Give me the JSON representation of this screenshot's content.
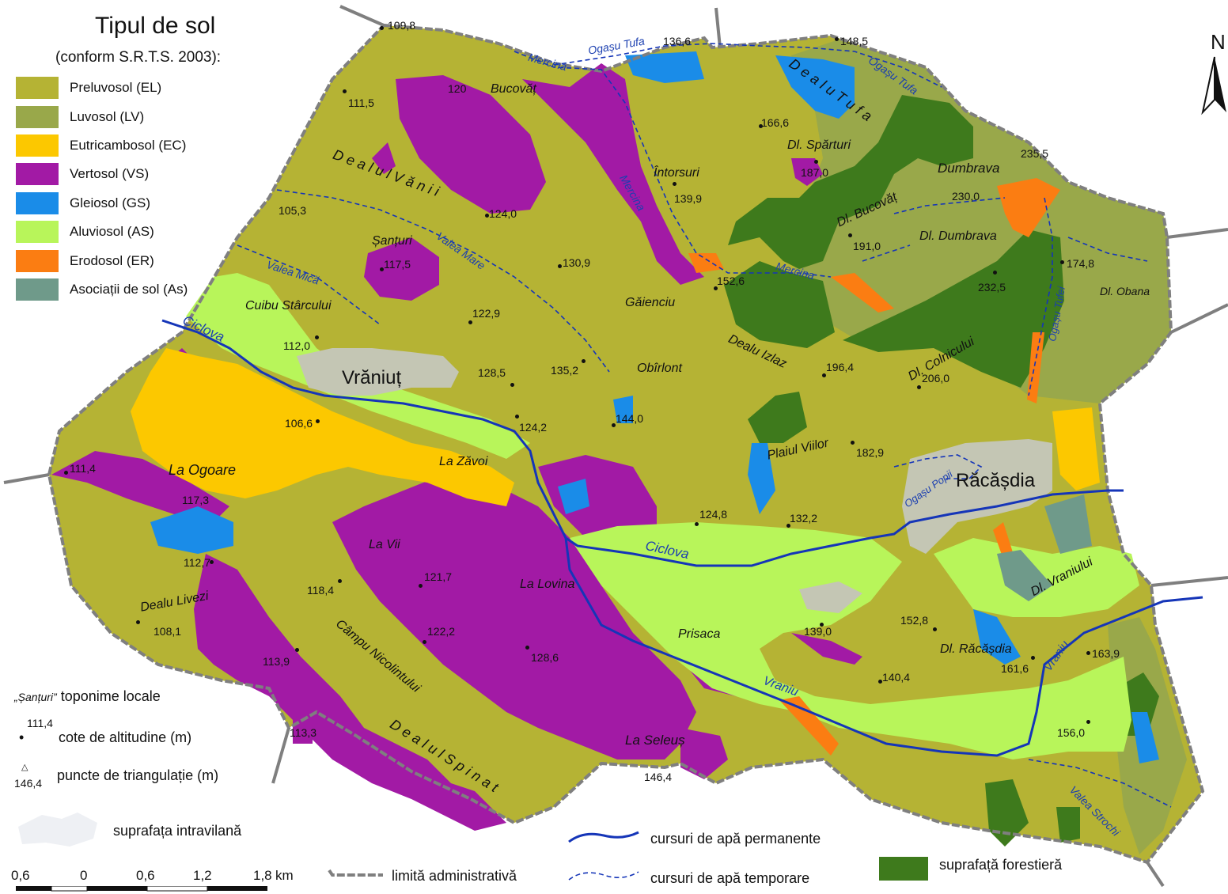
{
  "legend": {
    "title": "Tipul de sol",
    "subtitle": "(conform S.R.T.S. 2003):",
    "items": [
      {
        "label": "Preluvosol (EL)",
        "color": "#b5b334"
      },
      {
        "label": "Luvosol (LV)",
        "color": "#99a84a"
      },
      {
        "label": "Eutricambosol (EC)",
        "color": "#fcc800"
      },
      {
        "label": "Vertosol (VS)",
        "color": "#a21aa5"
      },
      {
        "label": "Gleiosol (GS)",
        "color": "#1a8ce8"
      },
      {
        "label": "Aluviosol (AS)",
        "color": "#b8f55a"
      },
      {
        "label": "Erodosol (ER)",
        "color": "#fb7d12"
      },
      {
        "label": "Asociații de sol (As)",
        "color": "#6f9a8a"
      }
    ]
  },
  "north_arrow": "N",
  "place_names": {
    "vraniut": "Vrăniuț",
    "racasdia": "Răcășdia",
    "bucovat": "Bucovăț",
    "dealul_vanii": "D e a l u l   V ă n i i",
    "intorsuri": "Întorsuri",
    "santuri": "Șanțuri",
    "cuibu": "Cuibu Stârcului",
    "gaienciu": "Găienciu",
    "obirlont": "Obîrlont",
    "dealu_izlaz": "Dealu Izlaz",
    "dealu_tufa": "D e a l u   T u f a",
    "dl_sparturi": "Dl. Spărturi",
    "dumbrava": "Dumbrava",
    "dl_bucovat": "Dl. Bucovăț",
    "dl_dumbrava": "Dl. Dumbrava",
    "dl_obana": "Dl. Obana",
    "dl_colnicului": "Dl. Colnicului",
    "plaiul_viilor": "Plaiul Viilor",
    "la_ogoare": "La Ogoare",
    "la_zavoi": "La Zăvoi",
    "la_vii": "La Vii",
    "la_lovina": "La Lovina",
    "dealu_livezi": "Dealu Livezi",
    "campu_nicolintului": "Câmpu Nicolintului",
    "dealul_spinat": "D e a l u l   S p i n a t",
    "la_seleus": "La Seleuș",
    "prisaca": "Prisaca",
    "dl_racasdia": "Dl. Răcășdia",
    "dl_vraniului": "Dl. Vraniului"
  },
  "watercourses": {
    "ciclova_1": "Ciclova",
    "ciclova_2": "Ciclova",
    "vraniu_1": "Vraniu",
    "vraniu_2": "Vraniu",
    "mercina_1": "Mercina",
    "mercina_2": "Mercina",
    "mercina_3": "Mercina",
    "ogasu_tufa_1": "Ogașu Tufa",
    "ogasu_tufa_2": "Ogașu Tufa",
    "ogasu_tufei": "Ogașu Tufei",
    "ogasu_popii": "Ogașu Popii",
    "valea_mica": "Valea Mică",
    "valea_mare": "Valea Mare",
    "valea_strochi": "Valea Strochi"
  },
  "elevations": [
    {
      "id": "e1",
      "value": "109,8"
    },
    {
      "id": "e2",
      "value": "136,6"
    },
    {
      "id": "e3",
      "value": "148,5"
    },
    {
      "id": "e4",
      "value": "111,5"
    },
    {
      "id": "e5",
      "value": "120"
    },
    {
      "id": "e6",
      "value": "166,6"
    },
    {
      "id": "e7",
      "value": "187,0"
    },
    {
      "id": "e8",
      "value": "235,5"
    },
    {
      "id": "e9",
      "value": "230,0"
    },
    {
      "id": "e10",
      "value": "139,9"
    },
    {
      "id": "e11",
      "value": "124,0"
    },
    {
      "id": "e12",
      "value": "105,3"
    },
    {
      "id": "e13",
      "value": "191,0"
    },
    {
      "id": "e14",
      "value": "117,5"
    },
    {
      "id": "e15",
      "value": "130,9"
    },
    {
      "id": "e16",
      "value": "152,6"
    },
    {
      "id": "e17",
      "value": "232,5"
    },
    {
      "id": "e18",
      "value": "174,8"
    },
    {
      "id": "e19",
      "value": "122,9"
    },
    {
      "id": "e20",
      "value": "112,0"
    },
    {
      "id": "e21",
      "value": "128,5"
    },
    {
      "id": "e22",
      "value": "135,2"
    },
    {
      "id": "e23",
      "value": "196,4"
    },
    {
      "id": "e24",
      "value": "206,0"
    },
    {
      "id": "e25",
      "value": "106,6"
    },
    {
      "id": "e26",
      "value": "124,2"
    },
    {
      "id": "e27",
      "value": "144,0"
    },
    {
      "id": "e28",
      "value": "182,9"
    },
    {
      "id": "e29",
      "value": "111,4"
    },
    {
      "id": "e30",
      "value": "117,3"
    },
    {
      "id": "e31",
      "value": "124,8"
    },
    {
      "id": "e32",
      "value": "132,2"
    },
    {
      "id": "e33",
      "value": "112,7"
    },
    {
      "id": "e34",
      "value": "118,4"
    },
    {
      "id": "e35",
      "value": "121,7"
    },
    {
      "id": "e36",
      "value": "108,1"
    },
    {
      "id": "e37",
      "value": "122,2"
    },
    {
      "id": "e38",
      "value": "128,6"
    },
    {
      "id": "e39",
      "value": "139,0"
    },
    {
      "id": "e40",
      "value": "152,8"
    },
    {
      "id": "e41",
      "value": "113,9"
    },
    {
      "id": "e42",
      "value": "161,6"
    },
    {
      "id": "e43",
      "value": "163,9"
    },
    {
      "id": "e44",
      "value": "140,4"
    },
    {
      "id": "e45",
      "value": "113,3"
    },
    {
      "id": "e46",
      "value": "156,0"
    },
    {
      "id": "e47",
      "value": "146,4"
    }
  ],
  "bottom_legend": {
    "toponym_example": "„Șanțuri”",
    "toponym_label": "toponime locale",
    "elev_example": "111,4",
    "elev_label": "cote de altitudine (m)",
    "trig_example": "146,4",
    "trig_label": "puncte de triangulație (m)",
    "intravilan_label": "suprafața intravilană",
    "scale_ticks": [
      "0,6",
      "0",
      "0,6",
      "1,2",
      "1,8"
    ],
    "scale_unit": "km",
    "admin_label": "limită administrativă",
    "permanent_label": "cursuri de apă permanente",
    "temporary_label": "cursuri de apă temporare",
    "forest_label": "suprafață forestieră"
  },
  "colors": {
    "preluvosol": "#b5b334",
    "luvosol": "#99a84a",
    "eutricambosol": "#fcc800",
    "vertosol": "#a21aa5",
    "gleiosol": "#1a8ce8",
    "aluviosol": "#b8f55a",
    "erodosol": "#fb7d12",
    "asociatii": "#6f9a8a",
    "forest": "#3e7a1c",
    "intravilan": "#c4c6b4",
    "river": "#1535b8",
    "boundary": "#7f7f7f"
  }
}
